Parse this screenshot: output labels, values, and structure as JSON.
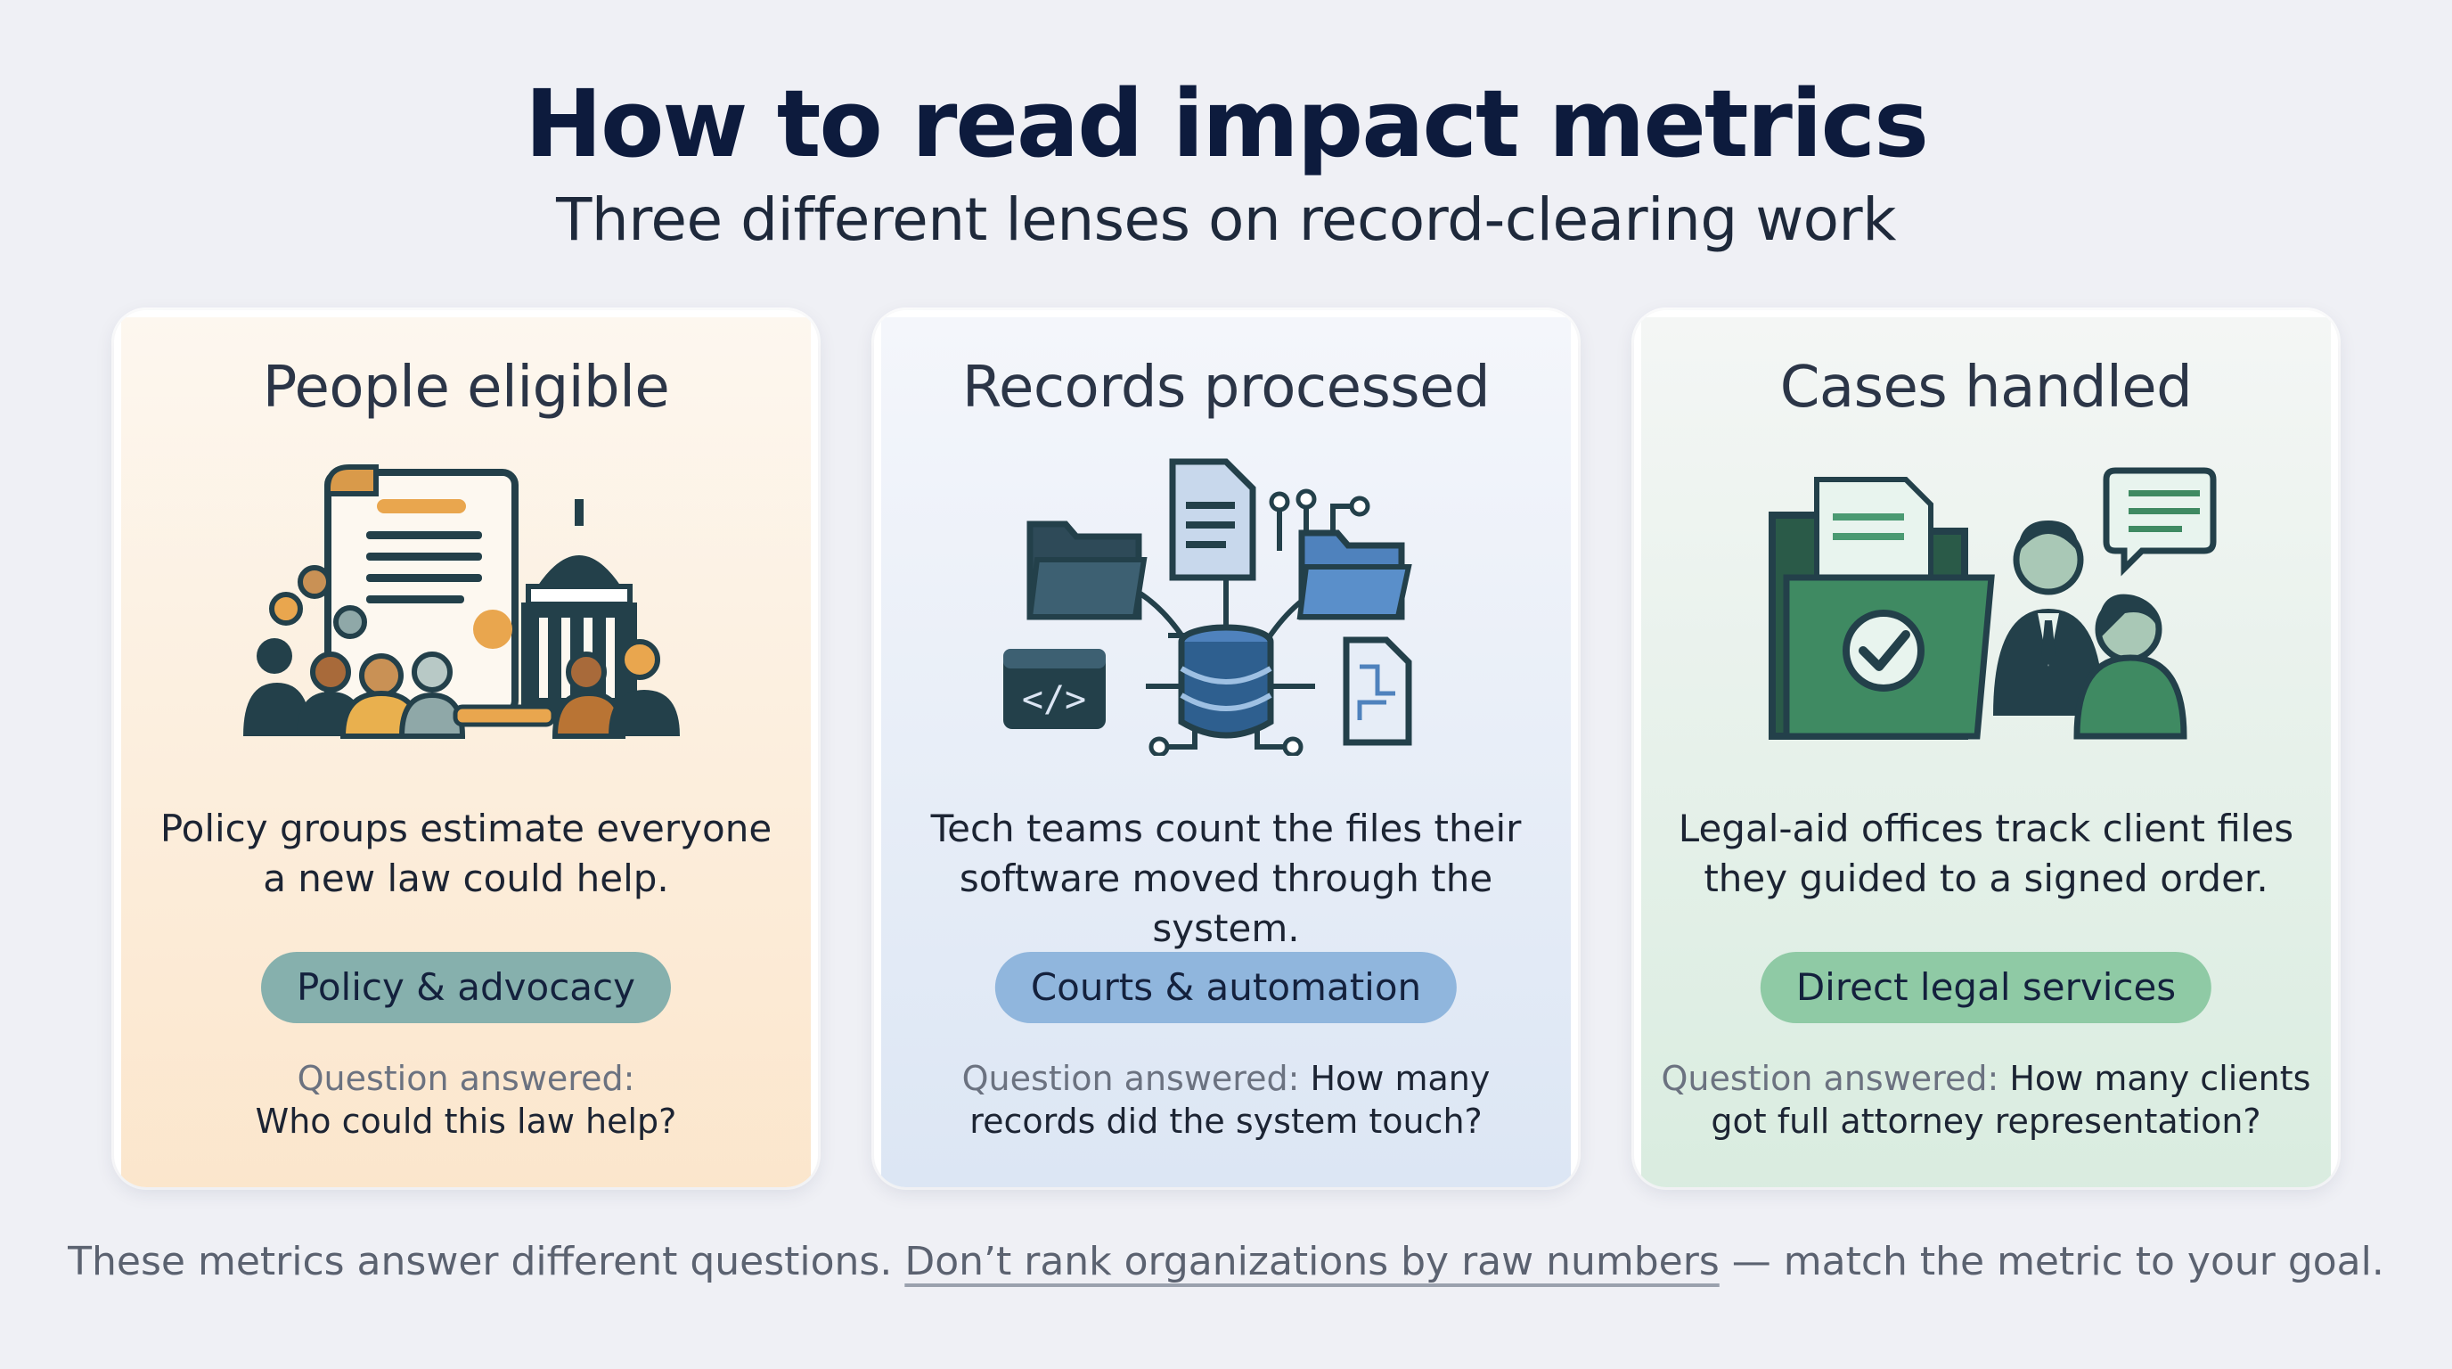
{
  "header": {
    "title": "How to read impact metrics",
    "subtitle": "Three different lenses on record-clearing work"
  },
  "cards": [
    {
      "title": "People eligible",
      "desc_line1": "Policy groups estimate everyone",
      "desc_line2": "a new law could help.",
      "pill": "Policy & advocacy",
      "question_label": "Question answered:",
      "question_line1_rest": "",
      "question_line2": "Who could this law help?",
      "icon": "people-capitol-document-icon",
      "colors": {
        "top": "#fdf6ec",
        "bottom": "#fbe3c6",
        "pill": "#86b0ad"
      }
    },
    {
      "title": "Records processed",
      "desc_line1": "Tech teams count the files their",
      "desc_line2": "software moved through the system.",
      "pill": "Courts & automation",
      "question_label": "Question answered:",
      "question_line1_rest": " How many",
      "question_line2": "records did the system touch?",
      "icon": "database-files-code-icon",
      "colors": {
        "top": "#f3f6fb",
        "bottom": "#dbe5f3",
        "pill": "#90b6dd"
      }
    },
    {
      "title": "Cases handled",
      "desc_line1": "Legal-aid offices track client files",
      "desc_line2": "they guided to a signed order.",
      "pill": "Direct legal services",
      "question_label": "Question answered:",
      "question_line1_rest": " How many clients",
      "question_line2": "got full attorney representation?",
      "icon": "folder-check-attorney-client-icon",
      "colors": {
        "top": "#f3f6f4",
        "bottom": "#d8ecdf",
        "pill": "#8fcaa5"
      }
    }
  ],
  "footer": {
    "part1": "These metrics answer different questions. ",
    "emphasis": "Don’t rank organizations by raw numbers",
    "part2": " — match the metric to your goal."
  }
}
